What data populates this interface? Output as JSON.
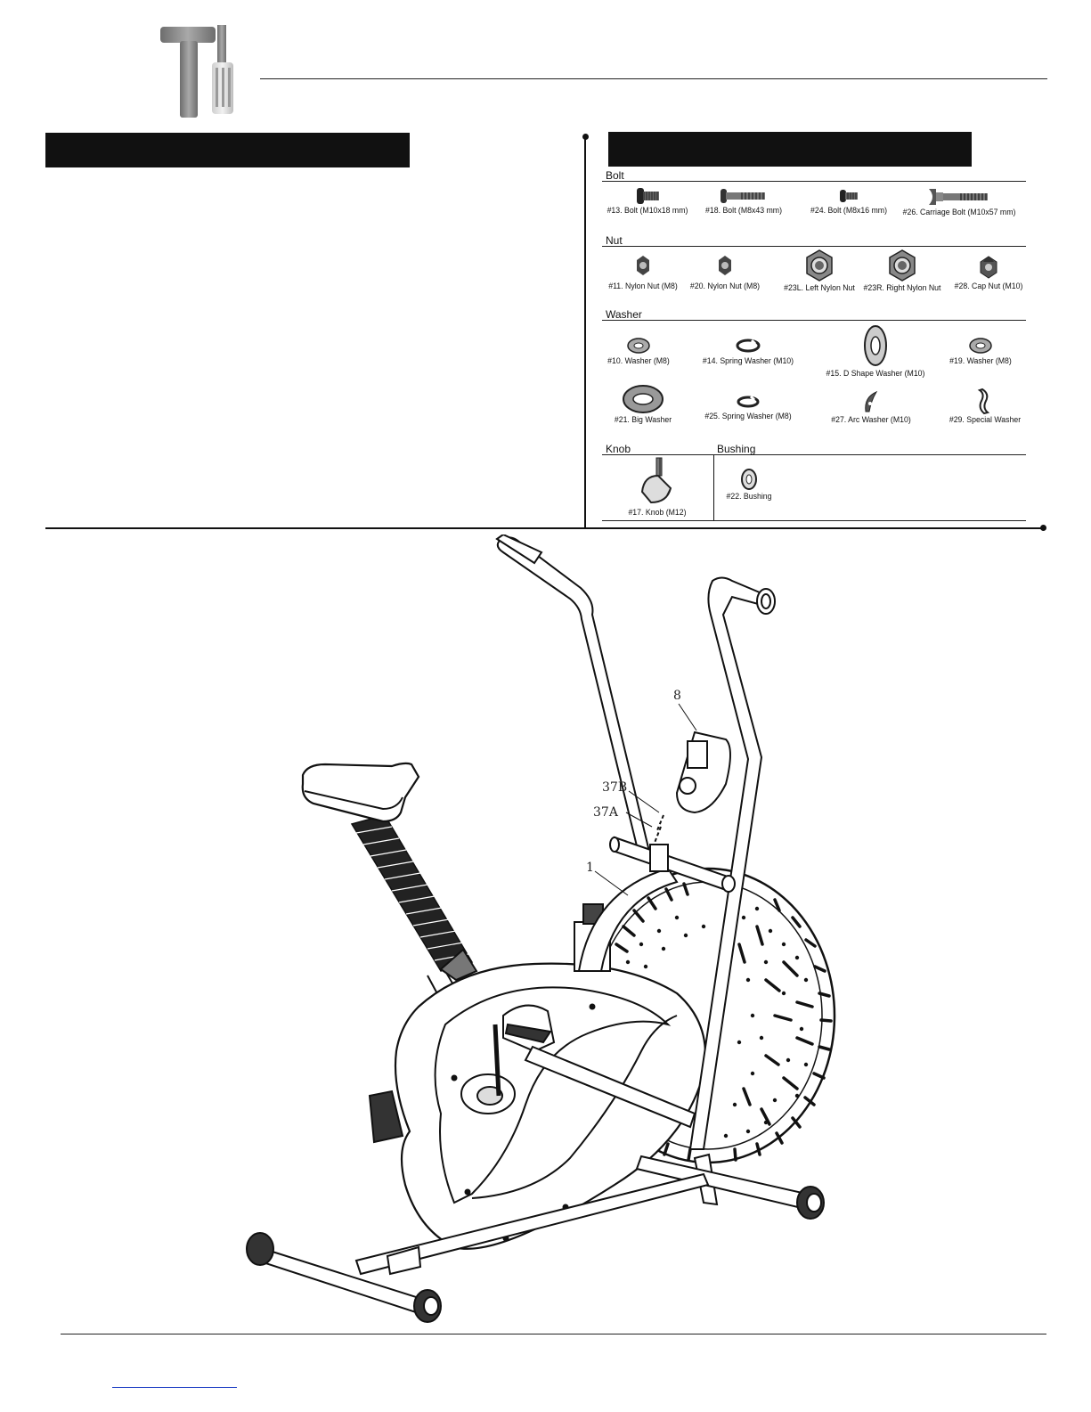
{
  "hardware": {
    "sections": {
      "bolt": "Bolt",
      "nut": "Nut",
      "washer": "Washer",
      "knob": "Knob",
      "bushing": "Bushing"
    },
    "bolts": [
      {
        "label": "#13. Bolt (M10x18 mm)",
        "icon": "short-bolt-icon"
      },
      {
        "label": "#18. Bolt (M8x43 mm)",
        "icon": "long-bolt-icon"
      },
      {
        "label": "#24. Bolt (M8x16 mm)",
        "icon": "short-bolt-icon"
      },
      {
        "label": "#26. Carriage Bolt (M10x57 mm)",
        "icon": "carriage-bolt-icon"
      }
    ],
    "nuts": [
      {
        "label": "#11. Nylon Nut (M8)",
        "icon": "nut-icon"
      },
      {
        "label": "#20. Nylon Nut (M8)",
        "icon": "nut-icon"
      },
      {
        "label": "#23L. Left Nylon Nut",
        "icon": "large-nut-icon"
      },
      {
        "label": "#23R. Right Nylon Nut",
        "icon": "large-nut-icon"
      },
      {
        "label": "#28. Cap Nut (M10)",
        "icon": "cap-nut-icon"
      }
    ],
    "washers": [
      {
        "label": "#10. Washer (M8)",
        "icon": "washer-icon"
      },
      {
        "label": "#14. Spring Washer (M10)",
        "icon": "spring-washer-icon"
      },
      {
        "label": "#15. D Shape Washer (M10)",
        "icon": "d-shape-washer-icon"
      },
      {
        "label": "#19. Washer (M8)",
        "icon": "washer-icon"
      },
      {
        "label": "#21. Big Washer",
        "icon": "big-washer-icon"
      },
      {
        "label": "#25. Spring Washer (M8)",
        "icon": "spring-washer-icon"
      },
      {
        "label": "#27. Arc Washer (M10)",
        "icon": "arc-washer-icon"
      },
      {
        "label": "#29. Special Washer",
        "icon": "special-washer-icon"
      }
    ],
    "knob": {
      "label": "#17. Knob (M12)",
      "icon": "knob-icon"
    },
    "bushing": {
      "label": "#22. Bushing",
      "icon": "bushing-icon"
    }
  },
  "diagram": {
    "callouts": {
      "computer": "8",
      "cable_b": "37B",
      "cable_a": "37A",
      "frame": "1"
    }
  },
  "icons": {
    "header": "hammer-screwdriver-icon"
  }
}
